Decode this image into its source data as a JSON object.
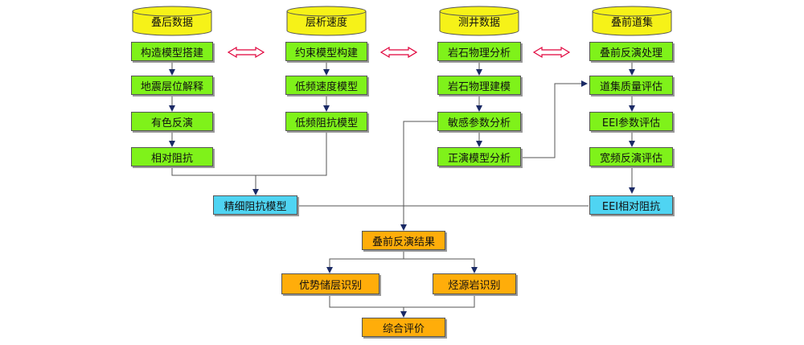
{
  "databases": [
    {
      "label": "叠后数据",
      "color": "#f6f218"
    },
    {
      "label": "层析速度",
      "color": "#f6f218"
    },
    {
      "label": "测井数据",
      "color": "#f6f218"
    },
    {
      "label": "叠前道集",
      "color": "#f6f218"
    }
  ],
  "columns": [
    [
      "构造模型搭建",
      "地震层位解释",
      "有色反演",
      "相对阻抗"
    ],
    [
      "约束模型构建",
      "低频速度模型",
      "低频阻抗模型"
    ],
    [
      "岩石物理分析",
      "岩石物理建模",
      "敏感参数分析",
      "正演模型分析"
    ],
    [
      "叠前反演处理",
      "道集质量评估",
      "EEI参数评估",
      "宽频反演评估"
    ]
  ],
  "merge": {
    "left": "精细阻抗模型",
    "right": "EEI相对阻抗"
  },
  "result": "叠前反演结果",
  "identify": {
    "left": "优势储层识别",
    "right": "烃源岩识别"
  },
  "final": "综合评价",
  "colors": {
    "step": "#7ff21a",
    "merge": "#4fd4f2",
    "output": "#ffad0a",
    "arrow": "#1a2a66",
    "double_arrow": "#e0003a"
  }
}
